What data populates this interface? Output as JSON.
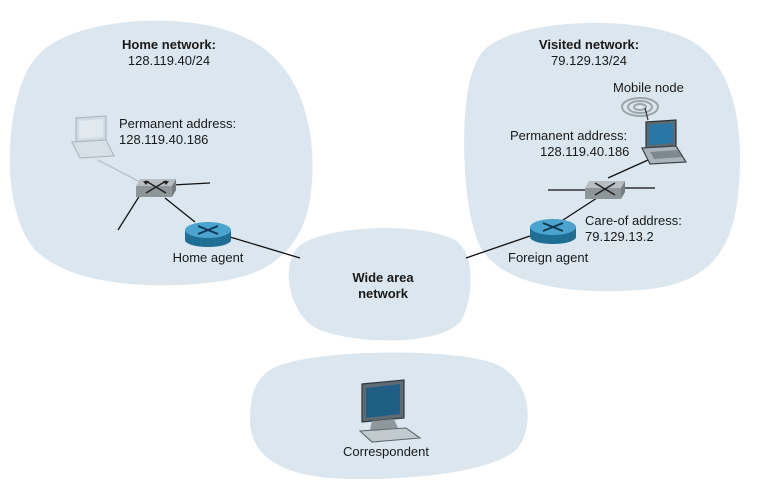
{
  "home_network": {
    "title": "Home network:",
    "prefix": "128.119.40/24",
    "laptop_label_1": "Permanent address:",
    "laptop_label_2": "128.119.40.186",
    "router_label": "Home agent"
  },
  "visited_network": {
    "title": "Visited network:",
    "prefix": "79.129.13/24",
    "mobile_label": "Mobile node",
    "permanent_label_1": "Permanent address:",
    "permanent_label_2": "128.119.40.186",
    "careof_label_1": "Care-of address:",
    "careof_label_2": "79.129.13.2",
    "router_label": "Foreign agent"
  },
  "wan": {
    "label_1": "Wide area",
    "label_2": "network"
  },
  "correspondent": {
    "label": "Correspondent"
  },
  "colors": {
    "cloud": "#dbe6ef",
    "router": "#2f8ab5",
    "switch": "#9ea4a8",
    "screen": "#1f5f85"
  }
}
